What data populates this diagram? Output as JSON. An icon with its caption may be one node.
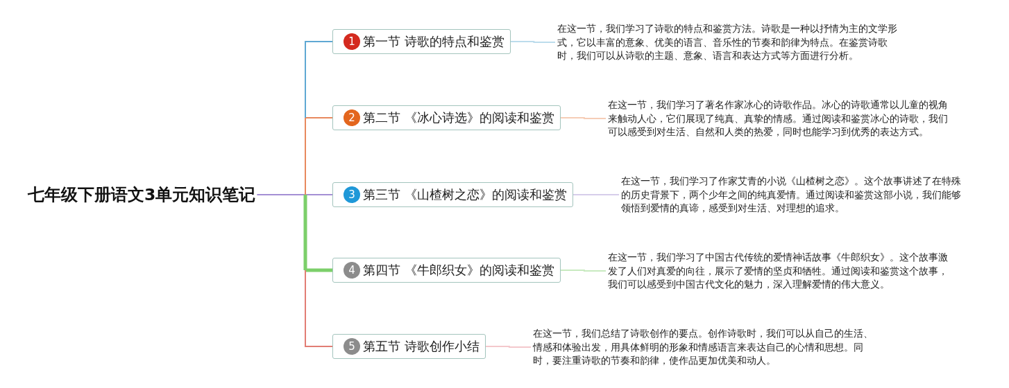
{
  "diagram": {
    "nodes": [
      {
        "text": [
          "七年级下册语文3单元知识笔记"
        ]
      },
      {
        "text": [
          "1",
          "第一节 诗歌的特点和鉴赏"
        ]
      },
      {
        "text": [
          "2",
          "第二节 《冰心诗选》的阅读和鉴赏"
        ]
      },
      {
        "text": [
          "3",
          "第三节 《山楂树之恋》的阅读和鉴赏"
        ]
      },
      {
        "text": [
          "4",
          "第四节 《牛郎织女》的阅读和鉴赏"
        ]
      },
      {
        "text": [
          "5",
          "第五节 诗歌创作小结"
        ]
      },
      {
        "text": [
          "在这一节，我们学习了诗歌的特点和鉴赏方法。诗歌是一种以抒情为主的文学形式，它以丰富的意象、优美的语言、音乐性的节奏和韵律为特点。在鉴赏诗歌时，我们可以从诗歌的主题、意象、语言和表达方式等方面进行分析。"
        ]
      },
      {
        "text": [
          "在这一节，我们学习了著名作家冰心的诗歌作品。冰心的诗歌通常以儿童的视角来触动人心，它们展现了纯真、真挚的情感。通过阅读和鉴赏冰心的诗歌，我们可以感受到对生活、自然和人类的热爱，同时也能学习到优秀的表达方式。"
        ]
      },
      {
        "text": [
          "在这一节，我们学习了作家艾青的小说《山楂树之恋》。这个故事讲述了在特殊的历史背景下，两个少年之间的纯真爱情。通过阅读和鉴赏这部小说，我们能够领悟到爱情的真谛，感受到对生活、对理想的追求。"
        ]
      },
      {
        "text": [
          "在这一节，我们学习了中国古代传统的爱情神话故事《牛郎织女》。这个故事激发了人们对真爱的向往，展示了爱情的坚贞和牺牲。通过阅读和鉴赏这个故事，我们可以感受到中国古代文化的魅力，深入理解爱情的伟大意义。"
        ]
      },
      {
        "text": [
          "在这一节，我们总结了诗歌创作的要点。创作诗歌时，我们可以从自己的生活、情感和体验出发，用具体鲜明的形象和情感语言来表达自己的心情和思想。同时，要注重诗歌的节奏和韵律，使作品更加优美和动人。"
        ]
      }
    ],
    "edges": [
      {
        "from": 0,
        "to": 1,
        "arrow": "none",
        "color": "#5fa8d3"
      },
      {
        "from": 0,
        "to": 2,
        "arrow": "none",
        "color": "#e8895e"
      },
      {
        "from": 0,
        "to": 3,
        "arrow": "none",
        "color": "#a48fd4"
      },
      {
        "from": 0,
        "to": 4,
        "arrow": "none",
        "color": "#7ccf6a",
        "style": "thick"
      },
      {
        "from": 0,
        "to": 5,
        "arrow": "none",
        "color": "#e27d74"
      },
      {
        "from": 1,
        "to": 6,
        "arrow": "none",
        "color": "#bcdcec"
      },
      {
        "from": 2,
        "to": 7,
        "arrow": "none",
        "color": "#f6cdb6"
      },
      {
        "from": 3,
        "to": 8,
        "arrow": "none",
        "color": "#d6cdea"
      },
      {
        "from": 4,
        "to": 9,
        "arrow": "none",
        "color": "#c8eac0"
      },
      {
        "from": 5,
        "to": 10,
        "arrow": "none",
        "color": "#f4c8cc"
      }
    ]
  }
}
